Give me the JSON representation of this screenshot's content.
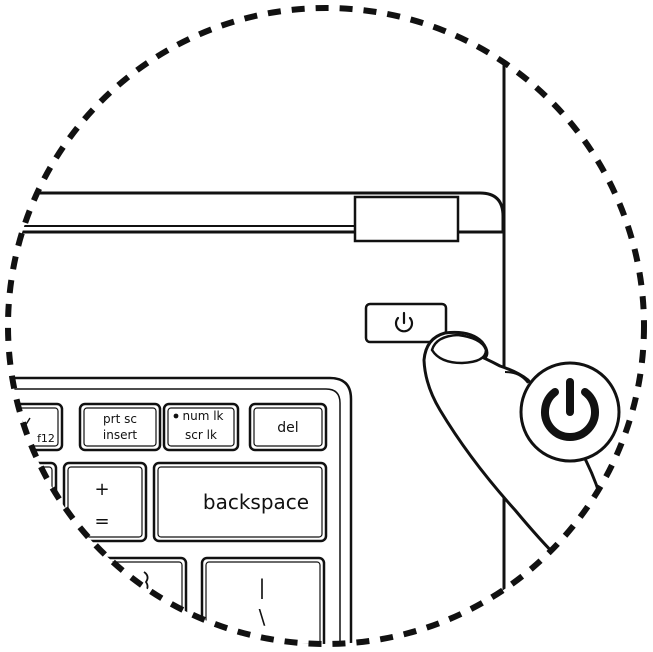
{
  "keys": {
    "f12": {
      "label": "f12"
    },
    "prt_sc": {
      "line1": "prt sc",
      "line2": "insert"
    },
    "num_lk": {
      "line1": "num lk",
      "line2": "scr lk"
    },
    "del": {
      "label": "del"
    },
    "plus_equals": {
      "top": "+",
      "bottom": "="
    },
    "backspace": {
      "label": "backspace"
    },
    "pipe_backslash": {
      "top": "|",
      "bottom": "\\"
    }
  },
  "icons": {
    "power_button": "power-icon",
    "power_callout": "power-icon"
  },
  "colors": {
    "ink": "#111111",
    "background": "#ffffff"
  }
}
